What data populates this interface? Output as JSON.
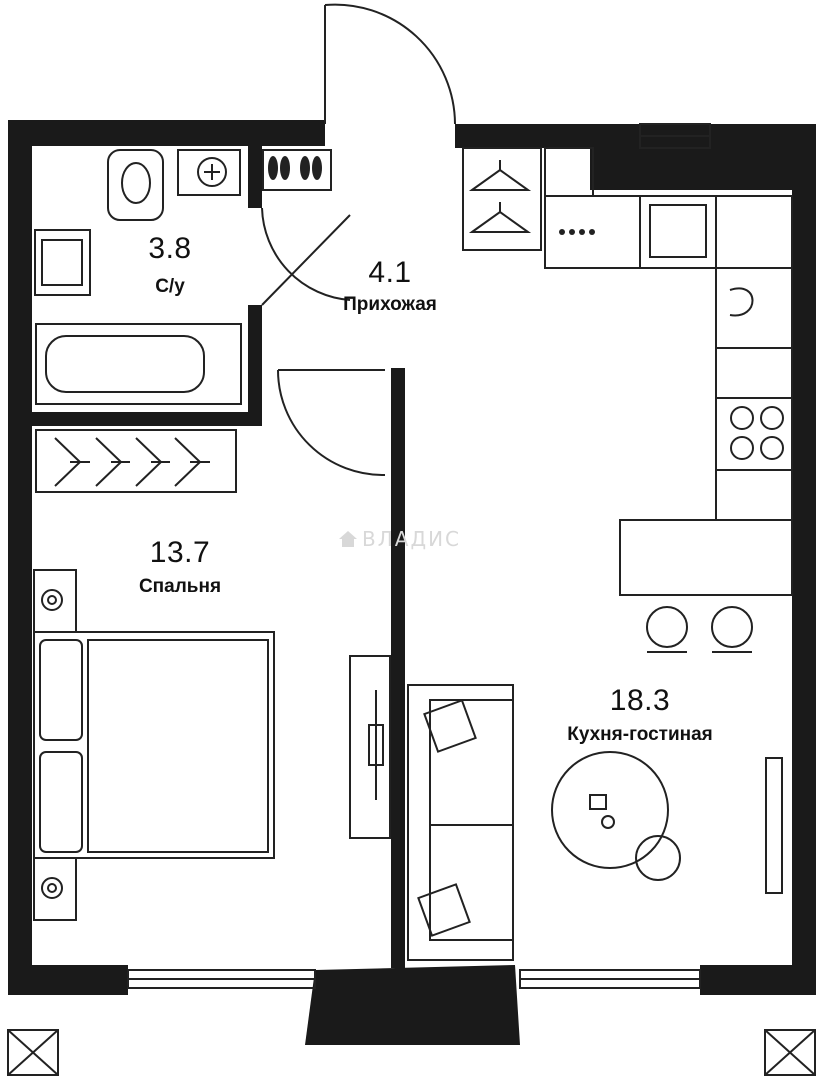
{
  "rooms": [
    {
      "id": "bathroom",
      "area": "3.8",
      "name": "С/у"
    },
    {
      "id": "hallway",
      "area": "4.1",
      "name": "Прихожая"
    },
    {
      "id": "bedroom",
      "area": "13.7",
      "name": "Спальня"
    },
    {
      "id": "kitchen_living",
      "area": "18.3",
      "name": "Кухня-гостиная"
    }
  ],
  "watermark": {
    "text": "ВЛАДИС",
    "icon": "house-logo-icon"
  },
  "colors": {
    "wall": "#1a1a1a",
    "line": "#222222",
    "background": "#ffffff",
    "watermark": "#d8d8d8"
  }
}
